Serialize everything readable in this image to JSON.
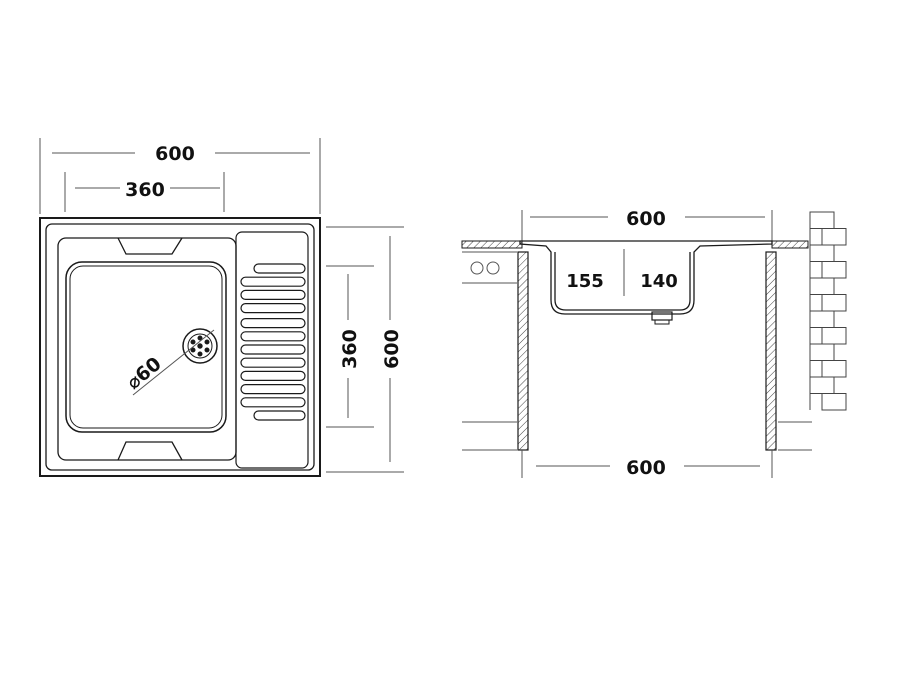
{
  "plan_view": {
    "overall_width": "600",
    "bowl_width": "360",
    "bowl_height": "360",
    "overall_depth": "600",
    "drain_diameter": "⌀60"
  },
  "section_view": {
    "top_width": "600",
    "bowl_depth": "155",
    "bowl_inner_depth": "140",
    "cabinet_width": "600"
  },
  "colors": {
    "line": "#1a1a1a",
    "dim_line": "#555555",
    "hatch": "#444444"
  }
}
